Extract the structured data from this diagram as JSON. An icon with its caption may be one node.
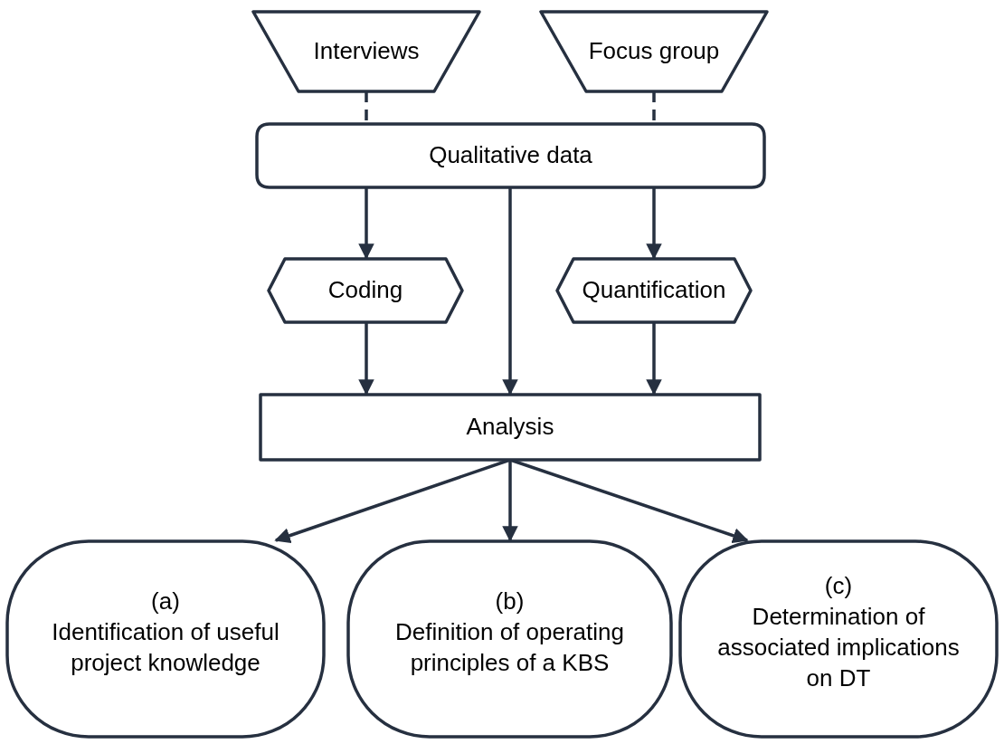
{
  "diagram": {
    "nodes": [
      {
        "text": [
          "Interviews"
        ]
      },
      {
        "text": [
          "Focus group"
        ]
      },
      {
        "text": [
          "Qualitative data"
        ]
      },
      {
        "text": [
          "Coding"
        ]
      },
      {
        "text": [
          "Quantification"
        ]
      },
      {
        "text": [
          "Analysis"
        ]
      },
      {
        "text": [
          "(a)",
          "Identification of useful project knowledge"
        ]
      },
      {
        "text": [
          "(b)",
          "Definition of operating principles of a KBS"
        ]
      },
      {
        "text": [
          "(c)",
          "Determination of associated implications on DT"
        ]
      }
    ],
    "edges": [
      {
        "from": 0,
        "to": 2,
        "arrow": "none",
        "style": "dashed"
      },
      {
        "from": 1,
        "to": 2,
        "arrow": "none",
        "style": "dashed"
      },
      {
        "from": 2,
        "to": 3,
        "arrow": "to"
      },
      {
        "from": 2,
        "to": 5,
        "arrow": "to"
      },
      {
        "from": 2,
        "to": 4,
        "arrow": "to"
      },
      {
        "from": 3,
        "to": 5,
        "arrow": "to"
      },
      {
        "from": 4,
        "to": 5,
        "arrow": "to"
      },
      {
        "from": 5,
        "to": 6,
        "arrow": "to"
      },
      {
        "from": 5,
        "to": 7,
        "arrow": "to"
      },
      {
        "from": 5,
        "to": 8,
        "arrow": "to"
      }
    ]
  }
}
